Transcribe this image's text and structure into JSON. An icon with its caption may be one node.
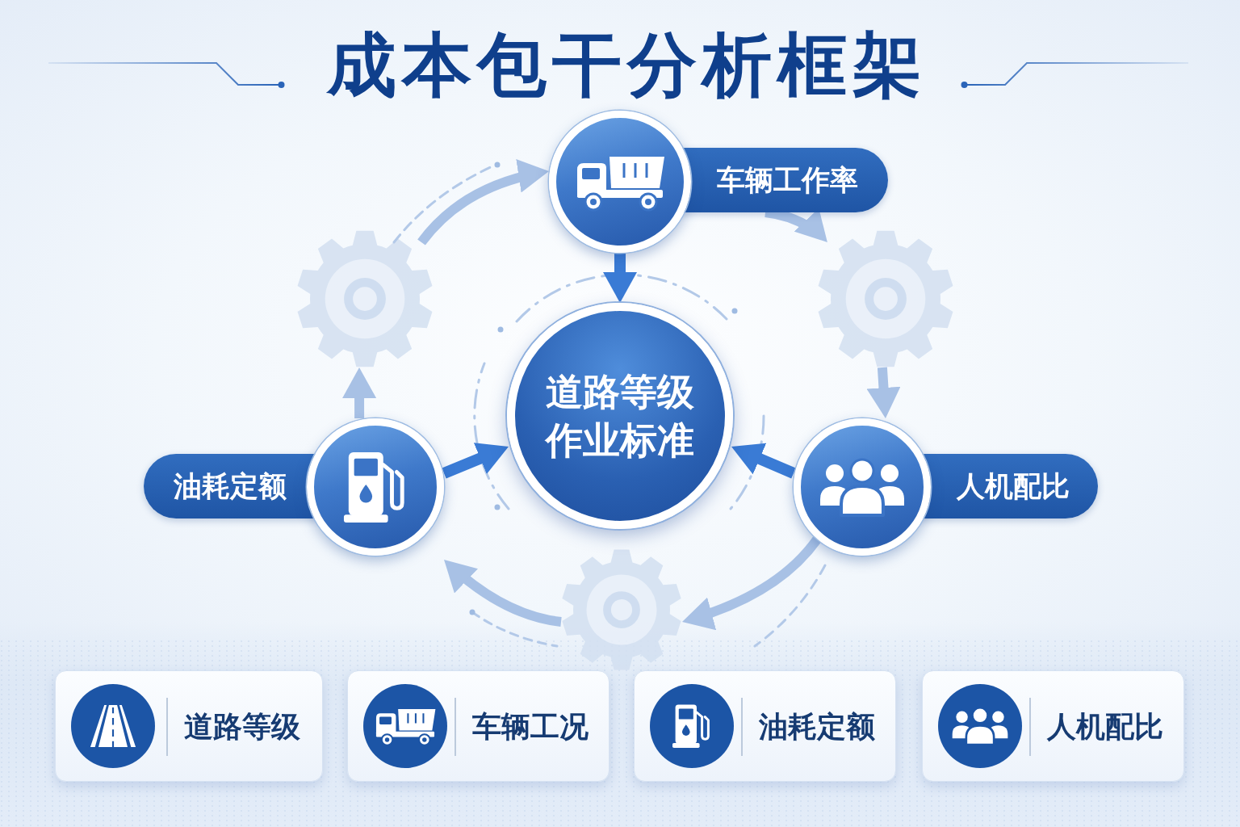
{
  "diagram": {
    "title": "成本包干分析框架",
    "nodes": [
      {
        "text": [
          "车辆工作率"
        ]
      },
      {
        "text": [],
        "shape": "gear"
      },
      {
        "text": [],
        "shape": "gear"
      },
      {
        "text": [
          "道路等级作业标准"
        ]
      },
      {
        "text": [
          "油耗定额"
        ]
      },
      {
        "text": [
          "人机配比"
        ]
      },
      {
        "text": [],
        "shape": "gear"
      },
      {
        "text": [
          "道路等级"
        ]
      },
      {
        "text": [
          "车辆工况"
        ]
      },
      {
        "text": [
          "油耗定额"
        ]
      },
      {
        "text": [
          "人机配比"
        ]
      }
    ],
    "edges": [
      {
        "from": 0,
        "to": 3,
        "arrow": "to",
        "color": "#3a7bd5"
      },
      {
        "from": 4,
        "to": 3,
        "arrow": "to",
        "color": "#3a7bd5"
      },
      {
        "from": 5,
        "to": 3,
        "arrow": "to",
        "color": "#3a7bd5"
      },
      {
        "from": 4,
        "to": 1,
        "arrow": "to"
      },
      {
        "from": 1,
        "to": 0,
        "arrow": "to"
      },
      {
        "from": 0,
        "to": 2,
        "arrow": "to"
      },
      {
        "from": 2,
        "to": 5,
        "arrow": "to"
      },
      {
        "from": 5,
        "to": 6,
        "arrow": "to"
      },
      {
        "from": 6,
        "to": 4,
        "arrow": "to"
      }
    ]
  }
}
